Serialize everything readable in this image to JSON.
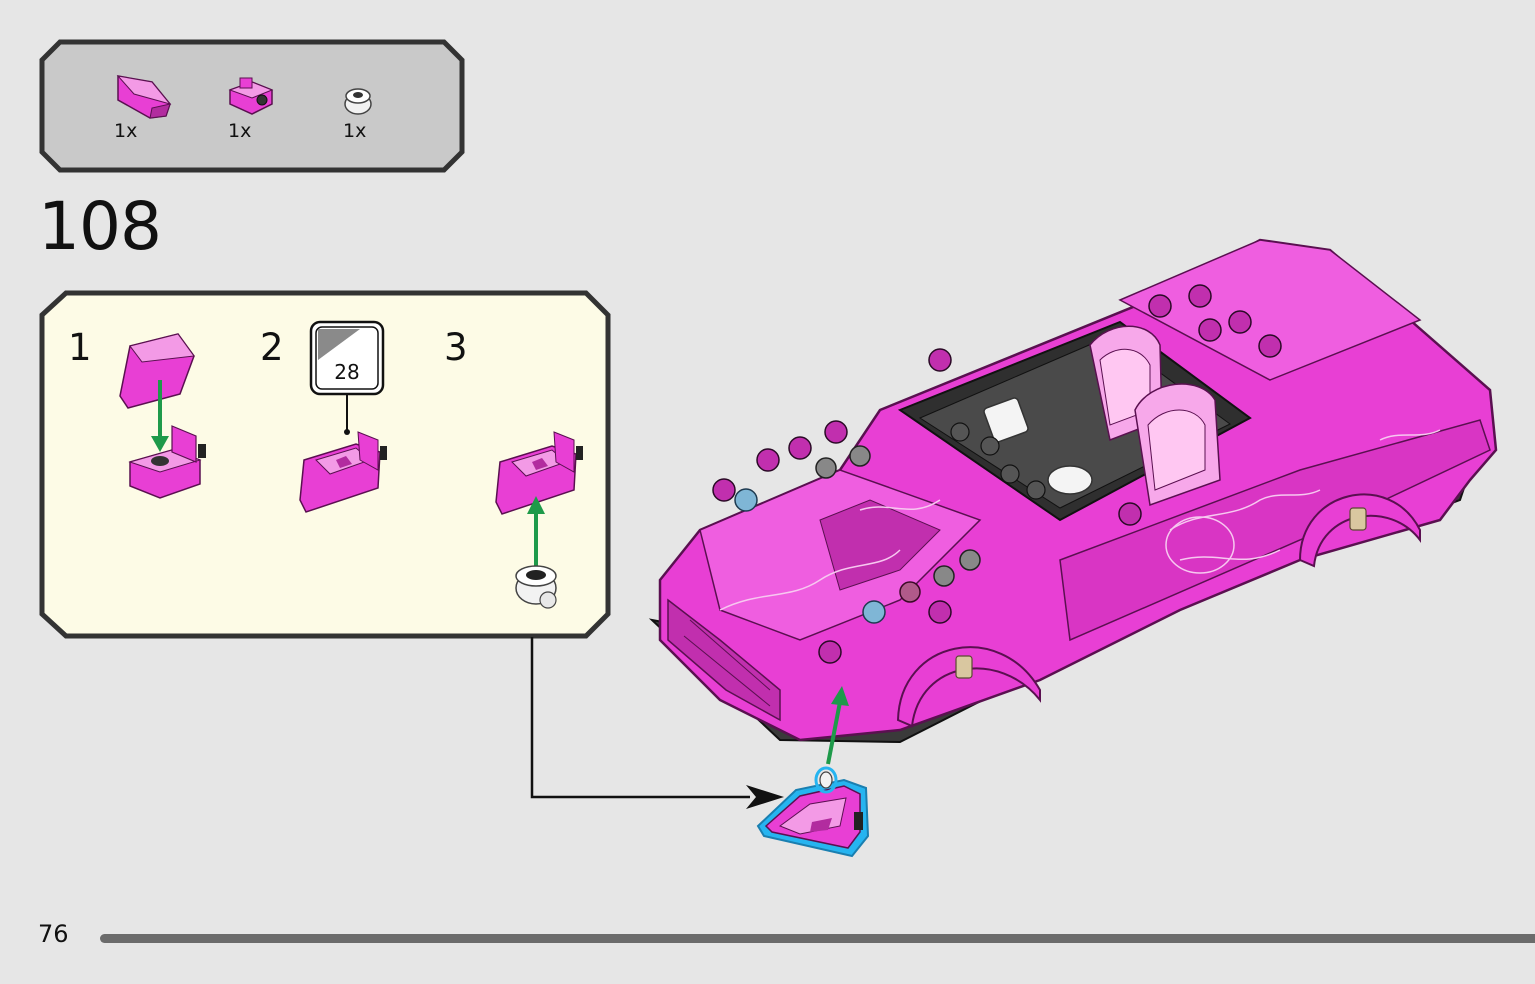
{
  "instructions": {
    "step_number": "108",
    "page_number": "76",
    "parts_list": [
      {
        "name": "pink-slope-wedge-piece",
        "quantity": "1x",
        "color": "#e83fd4"
      },
      {
        "name": "pink-bracket-plate-piece",
        "quantity": "1x",
        "color": "#e83fd4"
      },
      {
        "name": "white-round-jewel-piece",
        "quantity": "1x",
        "color": "#f2f2f2"
      }
    ],
    "substeps": [
      {
        "label": "1"
      },
      {
        "label": "2",
        "sticker_number": "28"
      },
      {
        "label": "3"
      }
    ],
    "colors": {
      "brick_pink": "#e83fd4",
      "brick_pink_dark": "#c12fae",
      "callout_background": "#fdfbe6",
      "parts_background": "#c9c9c9",
      "arrow_green": "#1e9a4a",
      "highlight_blue": "#26b4f0",
      "page_background": "#e6e6e6"
    }
  }
}
